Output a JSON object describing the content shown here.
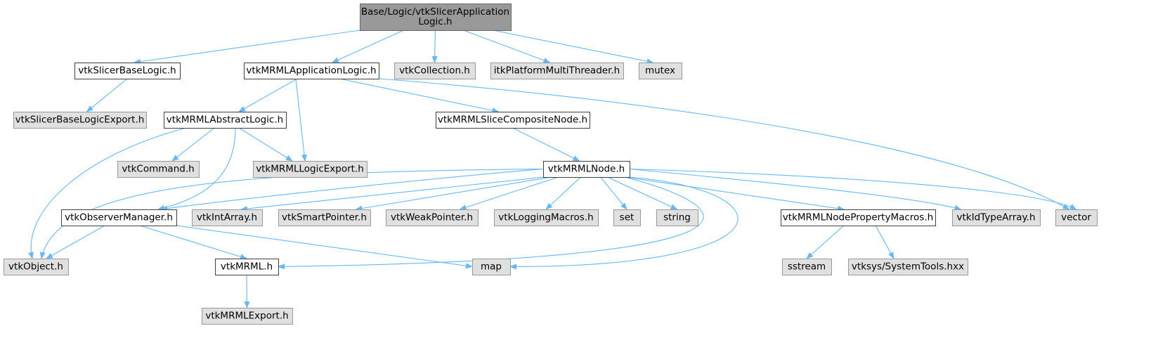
{
  "colors": {
    "root_fill": "#999999",
    "root_border": "#666666",
    "local_fill": "#ffffff",
    "local_border": "#404040",
    "system_fill": "#e0e0e0",
    "system_border": "#999999",
    "edge": "#63b8ff"
  },
  "nodes": [
    {
      "id": "root",
      "kind": "root",
      "lines": [
        "Base/Logic/vtkSlicerApplication",
        "Logic.h"
      ]
    },
    {
      "id": "vtkSlicerBaseLogic",
      "kind": "local",
      "lines": [
        "vtkSlicerBaseLogic.h"
      ]
    },
    {
      "id": "vtkMRMLApplicationLogic",
      "kind": "local",
      "lines": [
        "vtkMRMLApplicationLogic.h"
      ]
    },
    {
      "id": "vtkCollection",
      "kind": "system",
      "lines": [
        "vtkCollection.h"
      ]
    },
    {
      "id": "itkPlatformMultiThreader",
      "kind": "system",
      "lines": [
        "itkPlatformMultiThreader.h"
      ]
    },
    {
      "id": "mutex",
      "kind": "system",
      "lines": [
        "mutex"
      ]
    },
    {
      "id": "vtkSlicerBaseLogicExport",
      "kind": "system",
      "lines": [
        "vtkSlicerBaseLogicExport.h"
      ]
    },
    {
      "id": "vtkMRMLAbstractLogic",
      "kind": "local",
      "lines": [
        "vtkMRMLAbstractLogic.h"
      ]
    },
    {
      "id": "vtkMRMLSliceCompositeNode",
      "kind": "local",
      "lines": [
        "vtkMRMLSliceCompositeNode.h"
      ]
    },
    {
      "id": "vtkCommand",
      "kind": "system",
      "lines": [
        "vtkCommand.h"
      ]
    },
    {
      "id": "vtkMRMLLogicExport",
      "kind": "system",
      "lines": [
        "vtkMRMLLogicExport.h"
      ]
    },
    {
      "id": "vtkMRMLNode",
      "kind": "local",
      "lines": [
        "vtkMRMLNode.h"
      ]
    },
    {
      "id": "vtkObserverManager",
      "kind": "local",
      "lines": [
        "vtkObserverManager.h"
      ]
    },
    {
      "id": "vtkIntArray",
      "kind": "system",
      "lines": [
        "vtkIntArray.h"
      ]
    },
    {
      "id": "vtkSmartPointer",
      "kind": "system",
      "lines": [
        "vtkSmartPointer.h"
      ]
    },
    {
      "id": "vtkWeakPointer",
      "kind": "system",
      "lines": [
        "vtkWeakPointer.h"
      ]
    },
    {
      "id": "vtkLoggingMacros",
      "kind": "system",
      "lines": [
        "vtkLoggingMacros.h"
      ]
    },
    {
      "id": "set",
      "kind": "system",
      "lines": [
        "set"
      ]
    },
    {
      "id": "string",
      "kind": "system",
      "lines": [
        "string"
      ]
    },
    {
      "id": "vtkMRMLNodePropertyMacros",
      "kind": "local",
      "lines": [
        "vtkMRMLNodePropertyMacros.h"
      ]
    },
    {
      "id": "vtkIdTypeArray",
      "kind": "system",
      "lines": [
        "vtkIdTypeArray.h"
      ]
    },
    {
      "id": "vector",
      "kind": "system",
      "lines": [
        "vector"
      ]
    },
    {
      "id": "vtkObject",
      "kind": "system",
      "lines": [
        "vtkObject.h"
      ]
    },
    {
      "id": "vtkMRML",
      "kind": "local",
      "lines": [
        "vtkMRML.h"
      ]
    },
    {
      "id": "map",
      "kind": "system",
      "lines": [
        "map"
      ]
    },
    {
      "id": "sstream",
      "kind": "system",
      "lines": [
        "sstream"
      ]
    },
    {
      "id": "vtksysSystemTools",
      "kind": "system",
      "lines": [
        "vtksys/SystemTools.hxx"
      ]
    },
    {
      "id": "vtkMRMLExport",
      "kind": "system",
      "lines": [
        "vtkMRMLExport.h"
      ]
    }
  ],
  "edges": [
    [
      "root",
      "vtkSlicerBaseLogic"
    ],
    [
      "root",
      "vtkMRMLApplicationLogic"
    ],
    [
      "root",
      "vtkCollection"
    ],
    [
      "root",
      "itkPlatformMultiThreader"
    ],
    [
      "root",
      "mutex"
    ],
    [
      "vtkSlicerBaseLogic",
      "vtkSlicerBaseLogicExport"
    ],
    [
      "vtkMRMLApplicationLogic",
      "vtkMRMLAbstractLogic"
    ],
    [
      "vtkMRMLApplicationLogic",
      "vtkMRMLLogicExport"
    ],
    [
      "vtkMRMLApplicationLogic",
      "vtkMRMLSliceCompositeNode"
    ],
    [
      "vtkMRMLApplicationLogic",
      "vector"
    ],
    [
      "vtkMRMLAbstractLogic",
      "vtkCommand"
    ],
    [
      "vtkMRMLAbstractLogic",
      "vtkMRMLLogicExport"
    ],
    [
      "vtkMRMLAbstractLogic",
      "vtkObserverManager"
    ],
    [
      "vtkMRMLAbstractLogic",
      "vtkObject"
    ],
    [
      "vtkMRMLSliceCompositeNode",
      "vtkMRMLNode"
    ],
    [
      "vtkMRMLNode",
      "vtkObject"
    ],
    [
      "vtkMRMLNode",
      "vtkObserverManager"
    ],
    [
      "vtkMRMLNode",
      "vtkIntArray"
    ],
    [
      "vtkMRMLNode",
      "vtkSmartPointer"
    ],
    [
      "vtkMRMLNode",
      "vtkWeakPointer"
    ],
    [
      "vtkMRMLNode",
      "vtkLoggingMacros"
    ],
    [
      "vtkMRMLNode",
      "set"
    ],
    [
      "vtkMRMLNode",
      "string"
    ],
    [
      "vtkMRMLNode",
      "vtkMRMLNodePropertyMacros"
    ],
    [
      "vtkMRMLNode",
      "vtkIdTypeArray"
    ],
    [
      "vtkMRMLNode",
      "vector"
    ],
    [
      "vtkMRMLNode",
      "vtkMRML"
    ],
    [
      "vtkMRMLNode",
      "map"
    ],
    [
      "vtkObserverManager",
      "vtkObject"
    ],
    [
      "vtkObserverManager",
      "vtkMRML"
    ],
    [
      "vtkObserverManager",
      "map"
    ],
    [
      "vtkMRMLNodePropertyMacros",
      "sstream"
    ],
    [
      "vtkMRMLNodePropertyMacros",
      "vtksysSystemTools"
    ],
    [
      "vtkMRML",
      "vtkMRMLExport"
    ]
  ]
}
